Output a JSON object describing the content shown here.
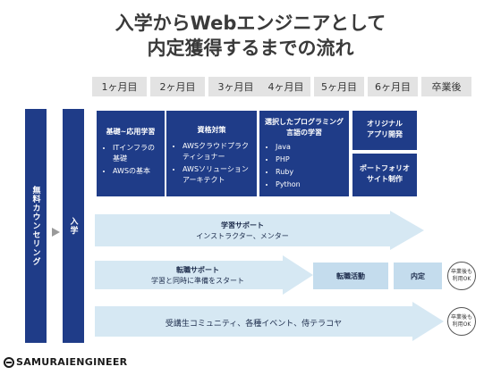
{
  "title": {
    "line1": "入学からWebエンジニアとして",
    "line2": "内定獲得するまでの流れ"
  },
  "months": [
    "1ヶ月目",
    "2ヶ月目",
    "3ヶ月目",
    "4ヶ月目",
    "5ヶ月目",
    "6ヶ月目",
    "卒業後"
  ],
  "counseling": "無料カウンセリング",
  "enrollment": "入学",
  "boxes": {
    "basics": {
      "title": "基礎~応用学習",
      "items": [
        "ITインフラの基礎",
        "AWSの基本"
      ]
    },
    "certification": {
      "title": "資格対策",
      "items": [
        "AWSクラウドプラクティショナー",
        "AWSソリューションアーキテクト"
      ]
    },
    "language": {
      "title_line1": "選択したプログラミング",
      "title_line2": "言語の学習",
      "items": [
        "Java",
        "PHP",
        "Ruby",
        "Python"
      ]
    },
    "original_app": {
      "line1": "オリジナル",
      "line2": "アプリ開発"
    },
    "portfolio": {
      "line1": "ポートフォリオ",
      "line2": "サイト制作"
    }
  },
  "learning_support": {
    "title": "学習サポート",
    "subtitle": "インストラクター、メンター"
  },
  "career_support": {
    "title": "転職サポート",
    "subtitle": "学習と同時に準備をスタート",
    "job_hunting": "転職活動",
    "offer": "内定"
  },
  "community": {
    "text": "受講生コミュニティ、各種イベント、侍テラコヤ"
  },
  "badge": {
    "line1": "卒業後も",
    "line2": "利用OK"
  },
  "logo": "SAMURAIENGINEER",
  "colors": {
    "navy": "#1f3c88",
    "light_blue": "#d6e8f3",
    "mid_blue": "#c4dced",
    "month_bg": "#e3e3e3"
  }
}
